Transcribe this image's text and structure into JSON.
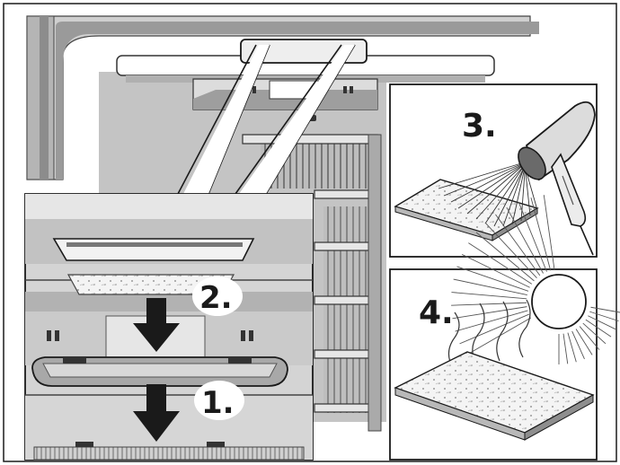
{
  "steps": [
    {
      "number": "1.",
      "illustration": "remove-filter-cover"
    },
    {
      "number": "2.",
      "illustration": "take-out-filter-pad"
    },
    {
      "number": "3.",
      "illustration": "hair-dryer-drying-filter"
    },
    {
      "number": "4.",
      "illustration": "sun-drying-filter"
    }
  ],
  "icons": {
    "arrow": "down-arrow-icon",
    "dryer": "hair-dryer-icon",
    "sun": "sun-icon"
  },
  "colors": {
    "line": "#1a1a1a",
    "panel_gray": "#c8c8c8",
    "dark_gray": "#8a8a8a",
    "light_gray": "#e4e4e4",
    "background": "#ffffff"
  }
}
